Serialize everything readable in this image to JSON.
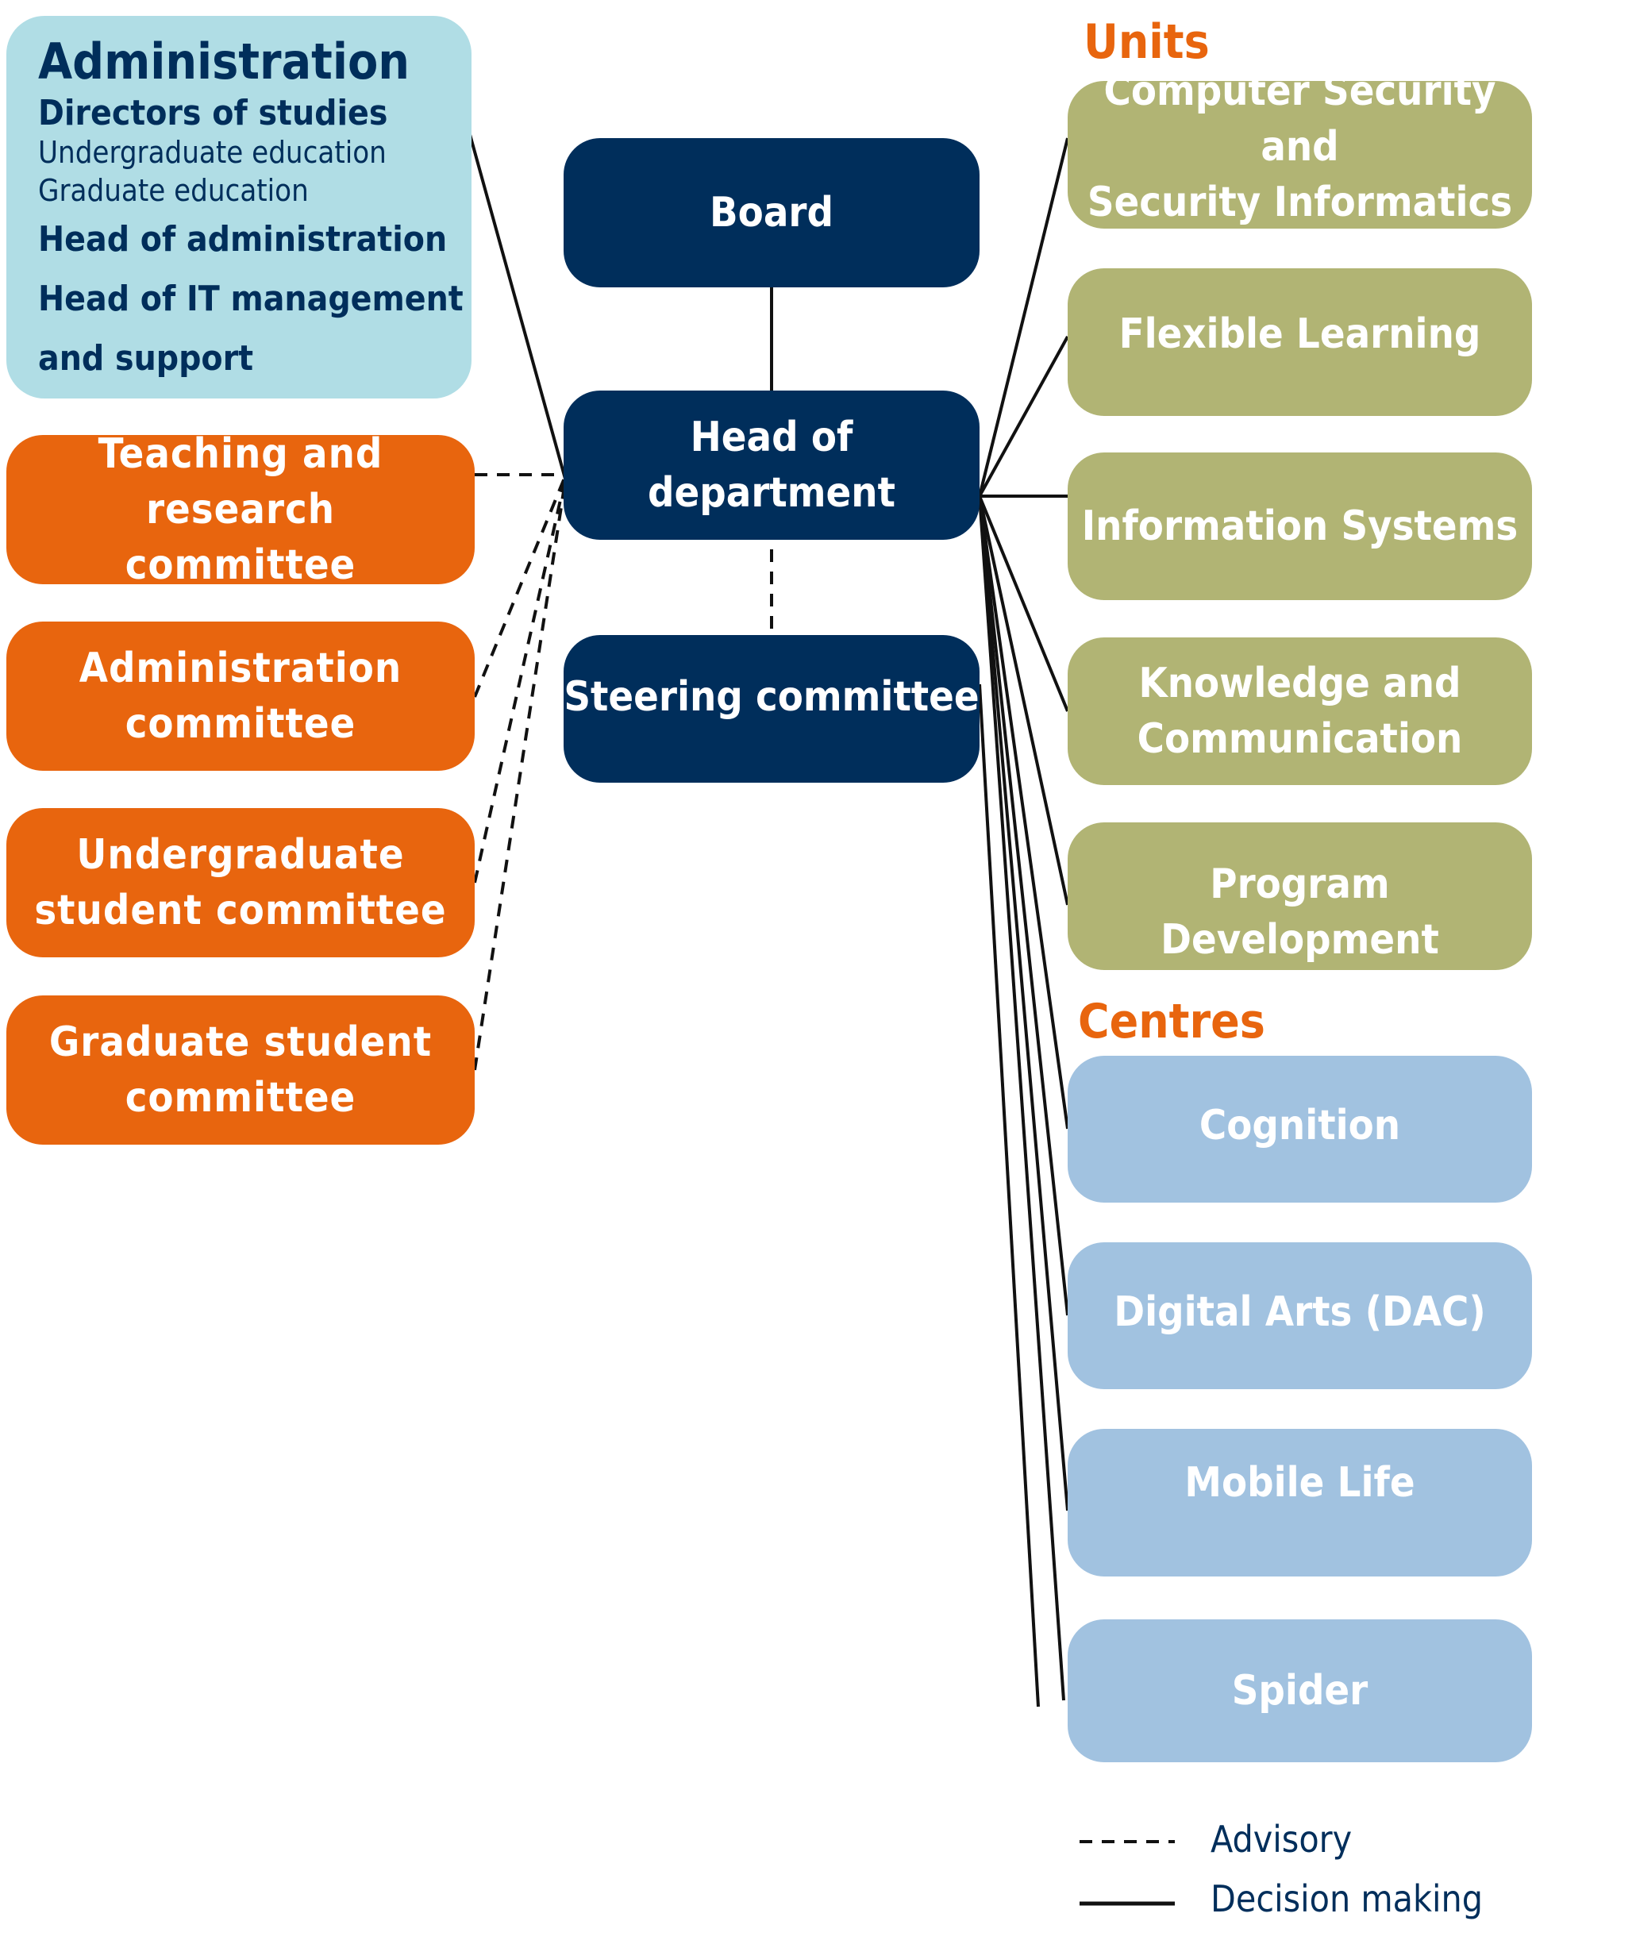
{
  "administration": {
    "title": "Administration",
    "directors": "Directors of studies",
    "undergrad": "Undergraduate education",
    "grad": "Graduate education",
    "head_admin": "Head of administration",
    "head_it_1": "Head of IT management",
    "head_it_2": "and support"
  },
  "committees": [
    {
      "l1": "Teaching and research",
      "l2": "committee"
    },
    {
      "l1": "Administration",
      "l2": "committee"
    },
    {
      "l1": "Undergraduate",
      "l2": "student committee"
    },
    {
      "l1": "Graduate student",
      "l2": "committee"
    }
  ],
  "central": {
    "board": "Board",
    "head_1": "Head of",
    "head_2": "department",
    "steering": "Steering committee"
  },
  "units": {
    "title": "Units",
    "items": [
      {
        "l1": "Computer Security and",
        "l2": "Security Informatics"
      },
      {
        "l1": "Flexible Learning",
        "l2": ""
      },
      {
        "l1": "Information Systems",
        "l2": ""
      },
      {
        "l1": "Knowledge and",
        "l2": "Communication"
      },
      {
        "l1": "Program Development",
        "l2": ""
      }
    ]
  },
  "centres": {
    "title": "Centres",
    "items": [
      "Cognition",
      "Digital Arts (DAC)",
      "Mobile Life",
      "Spider"
    ]
  },
  "legend": {
    "advisory": "Advisory",
    "decision": "Decision making"
  },
  "colors": {
    "navy": "#002e5b",
    "orange": "#e8650e",
    "olive": "#b1b474",
    "light_blue": "#a1c2e0",
    "admin_blue": "#b0dde5"
  }
}
